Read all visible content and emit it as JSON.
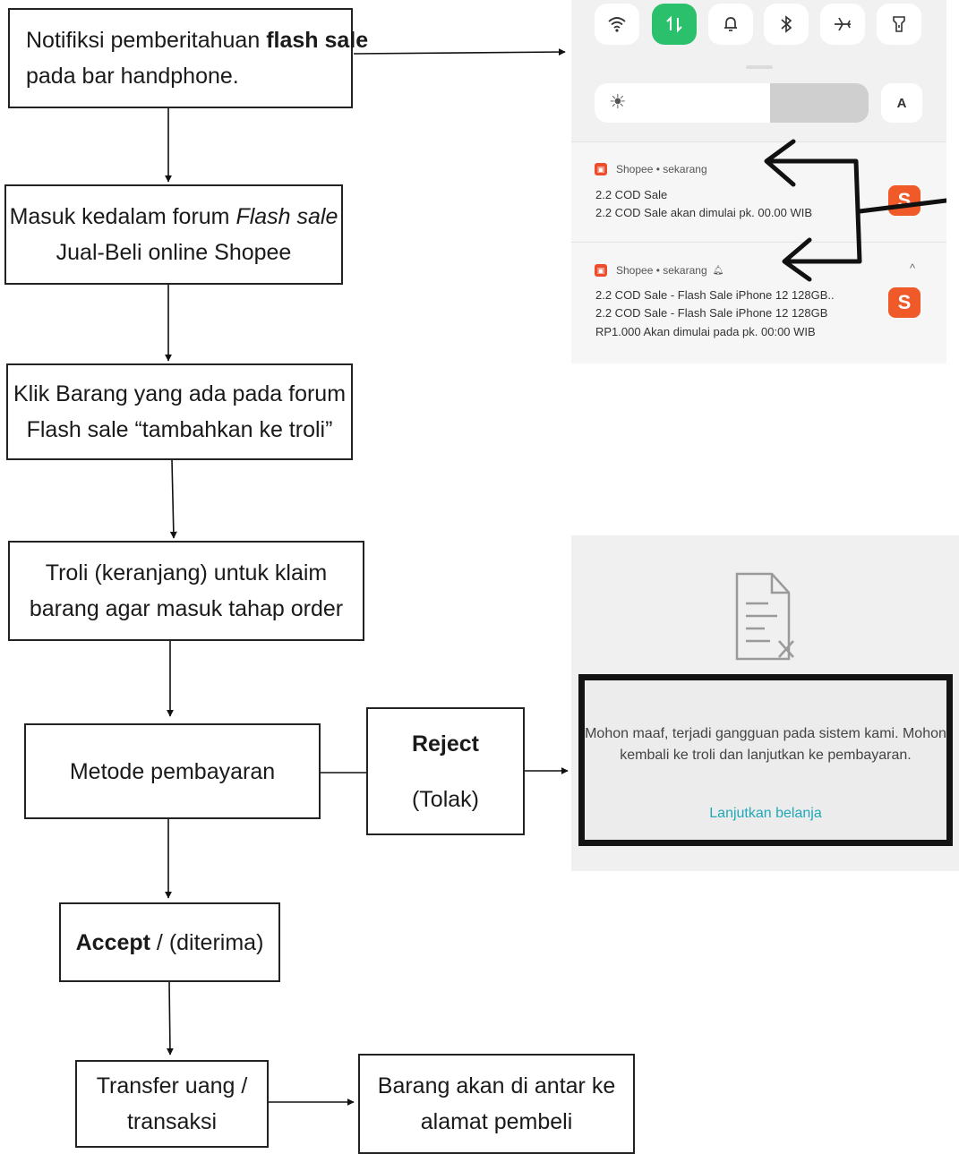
{
  "flow": {
    "notif_text": [
      "Notifiksi pemberitahuan ",
      "flash sale",
      "pada bar handphone."
    ],
    "forum_text": [
      "Masuk kedalam forum ",
      "Flash sale",
      "Jual-Beli online Shopee"
    ],
    "click_text": [
      "Klik Barang yang ada pada forum",
      "Flash sale “tambahkan ke troli”"
    ],
    "cart_text": [
      "Troli (keranjang) untuk klaim",
      "barang agar masuk tahap order"
    ],
    "payment_text": "Metode pembayaran",
    "reject_label": "Reject",
    "reject_sub": "(Tolak)",
    "accept_label": "Accept",
    "accept_rest": " / (diterima)",
    "transfer_text": [
      "Transfer uang /",
      "transaksi"
    ],
    "delivery_text": [
      "Barang akan di antar ke",
      "alamat pembeli"
    ]
  },
  "notification_panel": {
    "auto_label": "A",
    "brightness_level": 0.64,
    "notifications": [
      {
        "app": "Shopee",
        "time": "sekarang",
        "lines": [
          "2.2 COD Sale",
          "2.2 COD Sale akan dimulai pk. 00.00 WIB"
        ]
      },
      {
        "app": "Shopee",
        "time": "sekarang",
        "lines": [
          "2.2 COD Sale - Flash Sale iPhone 12 128GB..",
          "2.2 COD Sale - Flash Sale iPhone 12 128GB",
          "RP1.000 Akan dimulai pada pk. 00:00 WIB"
        ]
      }
    ]
  },
  "error_screen": {
    "message_lines": [
      "Mohon maaf, terjadi gangguan pada sistem kami. Mohon",
      "kembali ke troli dan lanjutkan ke pembayaran."
    ],
    "link": "Lanjutkan belanja"
  },
  "colors": {
    "shopee_orange": "#ee4d2d",
    "active_toggle": "#2bc06b",
    "link": "#20a8b8"
  }
}
